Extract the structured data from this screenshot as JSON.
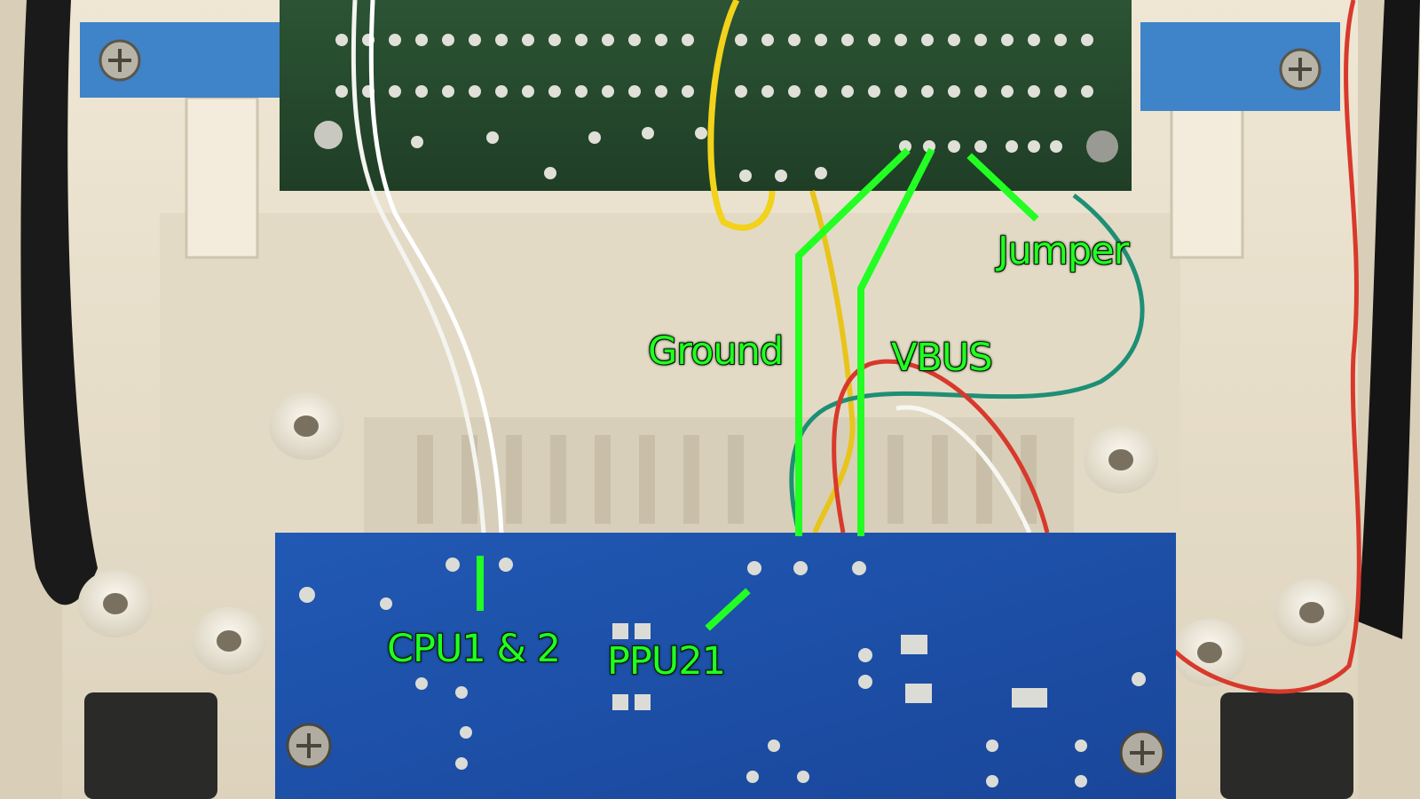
{
  "labels": {
    "ground": "Ground",
    "vbus": "VBUS",
    "jumper": "Jumper",
    "cpu": "CPU1 & 2",
    "ppu": "PPU21"
  },
  "colors": {
    "annotation": "#22ff22",
    "outline": "#001a00",
    "console_plastic": "#e9e1cf",
    "main_pcb": "#24472c",
    "mod_pcb": "#1f4fa8",
    "bracket": "#3f83c8"
  }
}
